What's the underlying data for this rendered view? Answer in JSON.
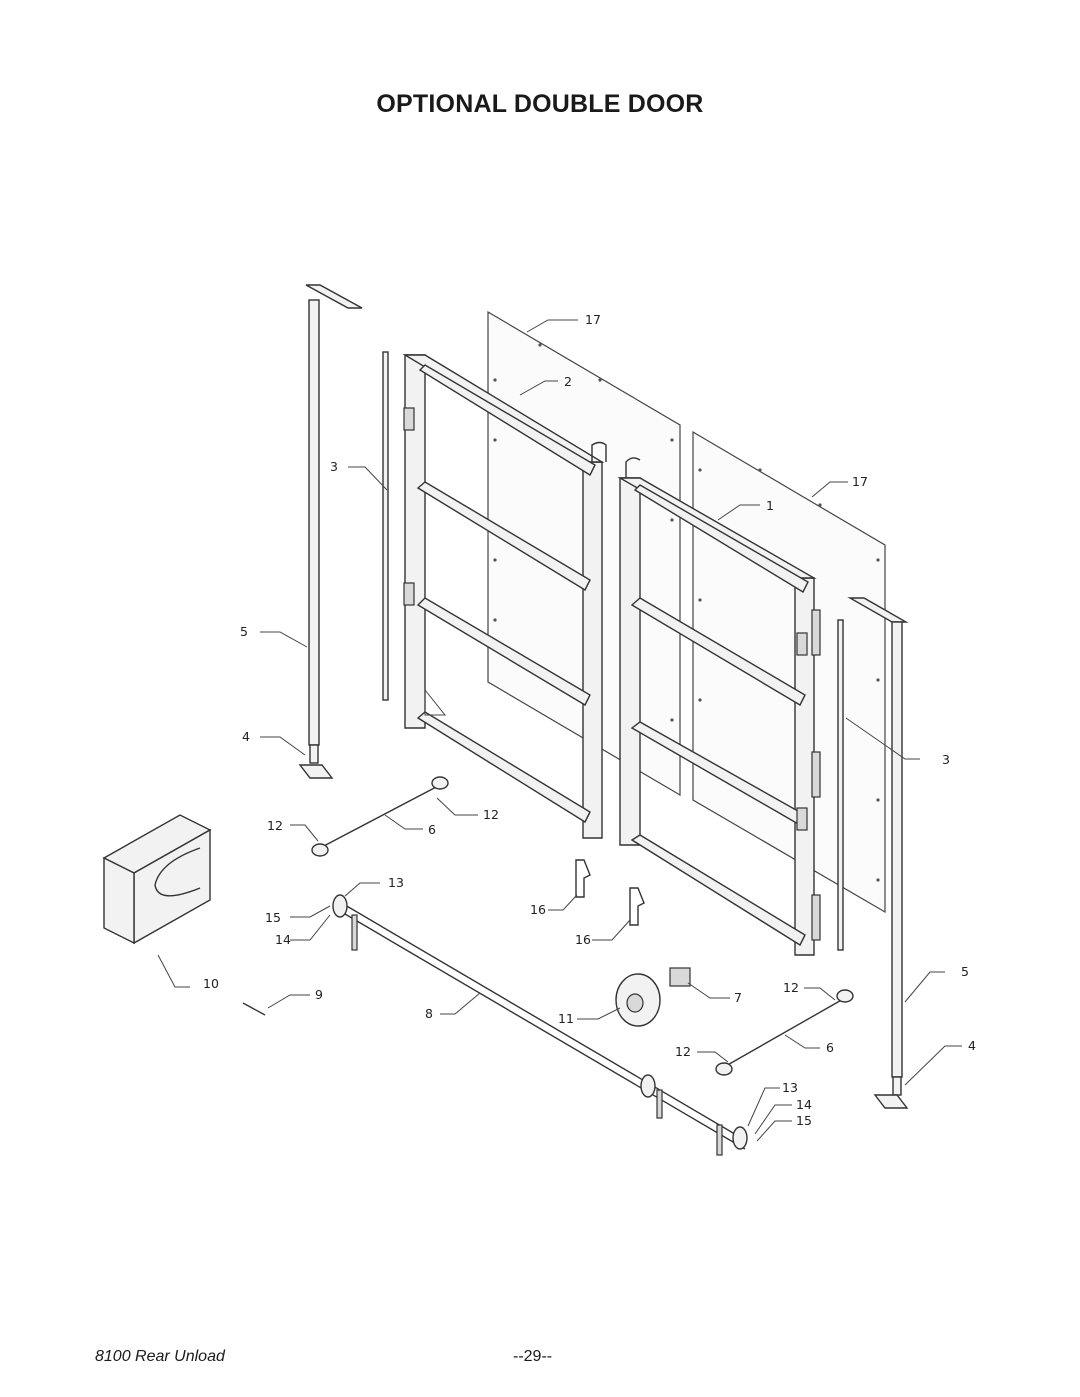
{
  "title": "OPTIONAL DOUBLE DOOR",
  "footer": {
    "doc_label": "8100 Rear Unload",
    "page_number": "--29--"
  },
  "callouts": {
    "c17a": "17",
    "c2": "2",
    "c3a": "3",
    "c17b": "17",
    "c1": "1",
    "c5a": "5",
    "c4a": "4",
    "c3b": "3",
    "c12a": "12",
    "c12b": "12",
    "c6a": "6",
    "c13a": "13",
    "c15a": "15",
    "c14a": "14",
    "c16a": "16",
    "c16b": "16",
    "c10": "10",
    "c9": "9",
    "c8": "8",
    "c11": "11",
    "c7": "7",
    "c12c": "12",
    "c5b": "5",
    "c6b": "6",
    "c12d": "12",
    "c4b": "4",
    "c13b": "13",
    "c14b": "14",
    "c15b": "15"
  }
}
